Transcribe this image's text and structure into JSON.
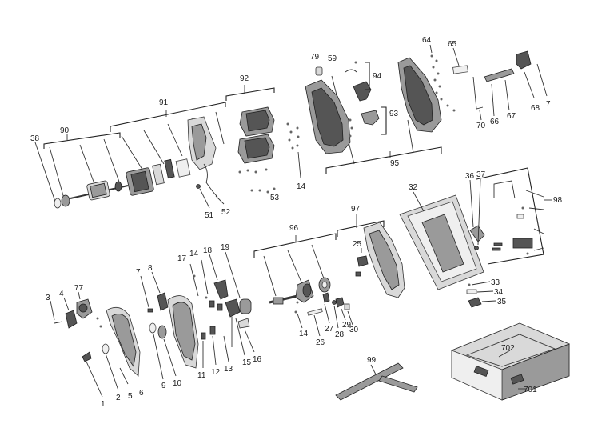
{
  "labels": {
    "l1": "1",
    "l2": "2",
    "l3": "3",
    "l4": "4",
    "l5": "5",
    "l6": "6",
    "l7a": "7",
    "l7b": "7",
    "l8": "8",
    "l9": "9",
    "l10": "10",
    "l11": "11",
    "l12": "12",
    "l13": "13",
    "l14a": "14",
    "l14b": "14",
    "l14c": "14",
    "l15": "15",
    "l16": "16",
    "l17": "17",
    "l18": "18",
    "l19": "19",
    "l25": "25",
    "l26": "26",
    "l27": "27",
    "l28": "28",
    "l29": "29",
    "l30": "30",
    "l32": "32",
    "l33": "33",
    "l34": "34",
    "l35": "35",
    "l36": "36",
    "l37": "37",
    "l38": "38",
    "l51": "51",
    "l52": "52",
    "l53": "53",
    "l59": "59",
    "l64": "64",
    "l65": "65",
    "l66": "66",
    "l67": "67",
    "l68": "68",
    "l70": "70",
    "l77": "77",
    "l79": "79",
    "l90": "90",
    "l91": "91",
    "l92": "92",
    "l93": "93",
    "l94": "94",
    "l95": "95",
    "l96": "96",
    "l97": "97",
    "l98": "98",
    "l99": "99",
    "l701": "701",
    "l702": "702"
  }
}
